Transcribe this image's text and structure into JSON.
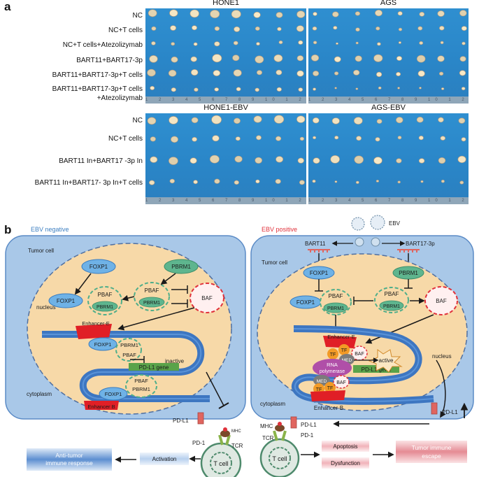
{
  "panel_a": {
    "letter": "a",
    "top_block": {
      "titles": [
        "HONE1",
        "AGS"
      ],
      "rows": [
        "NC",
        "NC+T cells",
        "NC+T cells+Atezolizymab",
        "BART11+BART17-3p",
        "BART11+BART17-3p+T cells",
        "BART11+BART17-3p+T cells",
        "+Atezolizymab"
      ]
    },
    "bottom_block": {
      "titles": [
        "HONE1-EBV",
        "AGS-EBV"
      ],
      "rows": [
        "NC",
        "NC+T cells",
        "BART11 In+BART17 -3p In",
        "BART11 In+BART17- 3p In+T cells"
      ]
    }
  },
  "panel_b": {
    "letter": "b",
    "left": {
      "header": "EBV negative",
      "tumor_cell": "Tumor cell",
      "nucleus": "nucleus",
      "cytoplasm": "cytoplasm",
      "foxp1": "FOXP1",
      "pbrm1": "PBRM1",
      "pbaf": "PBAF",
      "baf": "BAF",
      "enhancer_e": "Enhancer-E",
      "enhancer_b": "Enhancer B",
      "inactive": "inactive",
      "pdl1_gene": "PD-L1 gene",
      "pdl1": "PD-L1",
      "pd1": "PD-1",
      "mhc": "MHC",
      "tcr": "TCR",
      "tcell": "T cell",
      "activation": "Activation",
      "anti_tumor": "Anti-tumor",
      "immune_response": "immune response"
    },
    "right": {
      "header": "EBV positive",
      "ebv": "EBV",
      "bart11": "BART11",
      "bart17": "BART17-3p",
      "tumor_cell": "Tumor cell",
      "nucleus": "nucleus",
      "cytoplasm": "cytoplasm",
      "foxp1": "FOXP1",
      "pbrm1": "PBRM1",
      "pbaf": "PBAF",
      "baf": "BAF",
      "enhancer_e": "Enhancer-E",
      "enhancer_b": "Enhancer-B",
      "tf": "TF",
      "med": "MED",
      "rna": "RNA",
      "polymerase": "polymerase",
      "active": "active",
      "pdl1_gene": "PD-L1 gene",
      "pdl1": "PD-L1",
      "pd1": "PD-1",
      "mhc": "MHC",
      "tcr": "TCR",
      "tcell": "T cell",
      "apoptosis": "Apoptosis",
      "dysfunction": "Dysfunction",
      "tumor_immune": "Tumor immune",
      "escape": "escape"
    }
  },
  "colors": {
    "photo_blue": "#2b86c9",
    "cell_fill": "#a9c8e8",
    "nucleus_fill": "#f7d9a8",
    "dna_blue": "#3d76c1",
    "pbaf_green": "#4fae8a",
    "baf_red": "#e0313b",
    "gene_green": "#5aa34a",
    "enhancer_red": "#e01f26",
    "negative_header": "#3d7fc1",
    "positive_header": "#e0313b"
  }
}
